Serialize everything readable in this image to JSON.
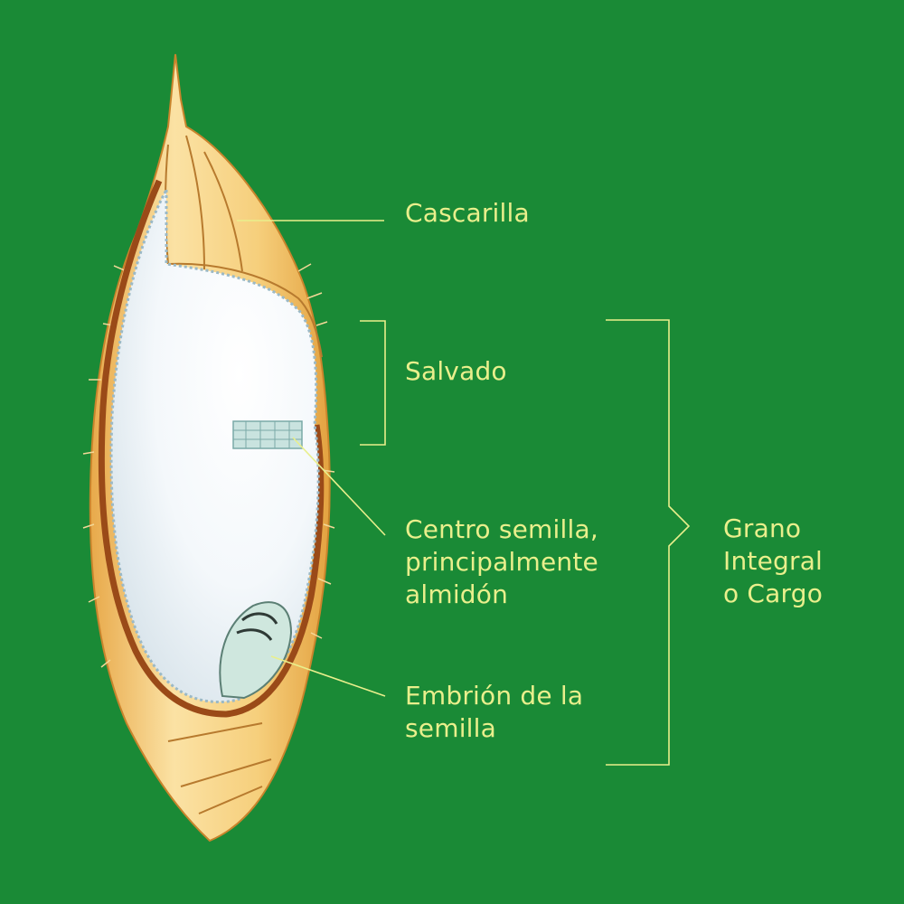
{
  "labels": {
    "cascarilla": "Cascarilla",
    "salvado": "Salvado",
    "centro": [
      "Centro semilla,",
      "principalmente",
      "almidón"
    ],
    "embrion": [
      "Embrión de la",
      "semilla"
    ],
    "grano": [
      "Grano",
      "Integral",
      "o Cargo"
    ]
  },
  "colors": {
    "background": "#1a8a36",
    "label_text": "#e9ef8c",
    "leader_line": "#e9ef8c",
    "husk": "#f1c46a",
    "husk_light": "#fbe7b0",
    "bran": "#9a4a18",
    "endosperm": "#ffffff",
    "embryo": "#cfe7de"
  }
}
